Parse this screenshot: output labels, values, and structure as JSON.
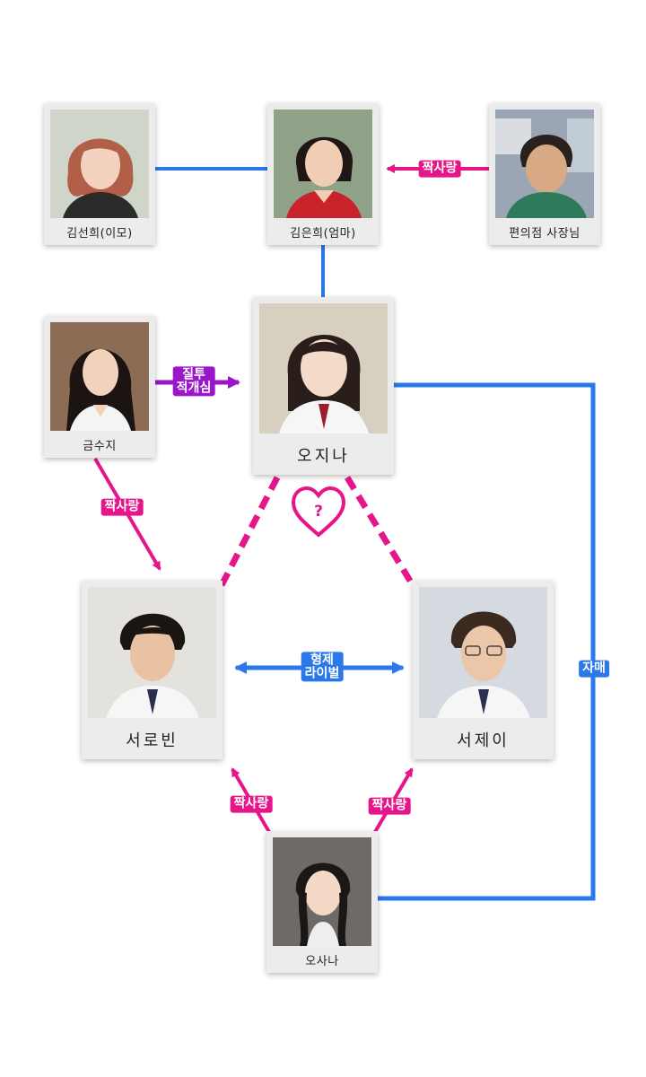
{
  "characters": {
    "kim_sunhee": {
      "name": "김선희(이모)"
    },
    "kim_eunhee": {
      "name": "김은희(엄마)"
    },
    "store_owner": {
      "name": "편의점 사장님"
    },
    "keum_suji": {
      "name": "금수지"
    },
    "oh_jina": {
      "name": "오지나"
    },
    "seo_robin": {
      "name": "서로빈"
    },
    "seo_jei": {
      "name": "서제이"
    },
    "oh_sana": {
      "name": "오사나"
    }
  },
  "relations": {
    "owner_to_eunhee": "짝사랑",
    "suji_to_jina_line1": "질투",
    "suji_to_jina_line2": "적개심",
    "suji_to_robin": "짝사랑",
    "robin_jei_line1": "형제",
    "robin_jei_line2": "라이벌",
    "jina_sana": "자매",
    "sana_to_robin": "짝사랑",
    "sana_to_jei": "짝사랑",
    "heart_symbol": "?"
  },
  "colors": {
    "blue_link": "#2a78ea",
    "pink_link": "#e6168a",
    "purple_link": "#9b15c9",
    "card_frame": "#ececec"
  }
}
